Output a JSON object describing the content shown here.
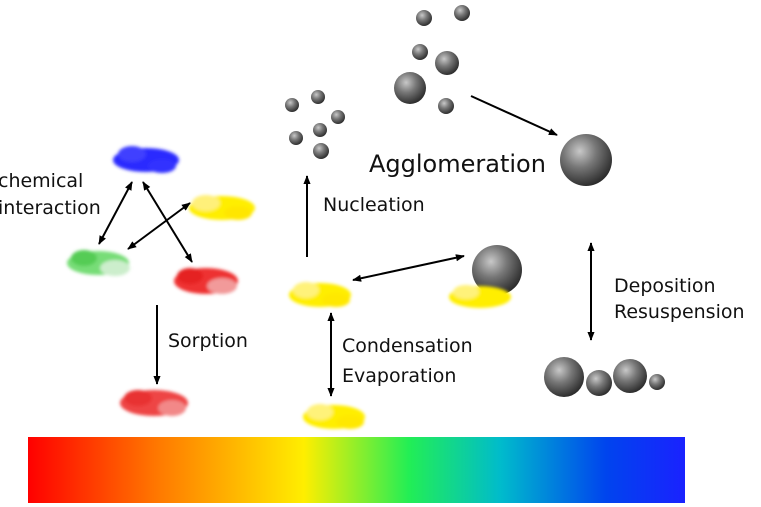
{
  "labels": {
    "chemical_line1": "chemical",
    "chemical_line2": "interaction",
    "sorption": "Sorption",
    "nucleation": "Nucleation",
    "agglomeration": "Agglomeration",
    "condensation": "Condensation",
    "evaporation": "Evaporation",
    "deposition": "Deposition",
    "resuspension": "Resuspension"
  },
  "colors": {
    "blue_cloud": "#2b2bff",
    "yellow_cloud": "#ffee00",
    "green_cloud": "#66dd66",
    "red_cloud": "#ee3333",
    "sphere_dark": "#333333",
    "sphere_light": "#bbbbbb",
    "arrow": "#000000"
  },
  "spectrum_bar": [
    "#ff0000",
    "#ff7700",
    "#ffee00",
    "#22ee55",
    "#00bbcc",
    "#0044ee",
    "#1a22ff"
  ]
}
